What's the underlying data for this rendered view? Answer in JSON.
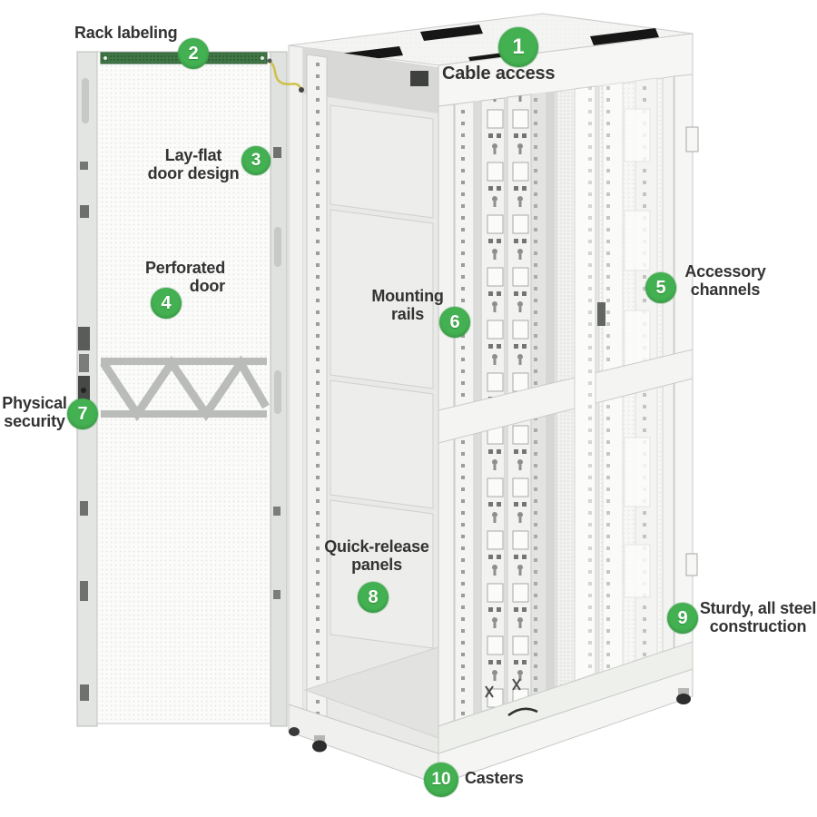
{
  "figure_title": "Server rack feature callout diagram",
  "colors": {
    "accent_green": "#43b051",
    "label_text": "#333333",
    "rack_body": "#f4f4f2",
    "rack_outline": "#c9cbc9",
    "labeling_strip_green": "#417746"
  },
  "callouts": [
    {
      "num": "1",
      "lines": [
        "Cable access"
      ]
    },
    {
      "num": "2",
      "lines": [
        "Rack labeling"
      ]
    },
    {
      "num": "3",
      "lines": [
        "Lay-flat",
        "door design"
      ]
    },
    {
      "num": "4",
      "lines": [
        "Perforated",
        "door"
      ]
    },
    {
      "num": "5",
      "lines": [
        "Accessory",
        "channels"
      ]
    },
    {
      "num": "6",
      "lines": [
        "Mounting",
        "rails"
      ]
    },
    {
      "num": "7",
      "lines": [
        "Physical",
        "security"
      ]
    },
    {
      "num": "8",
      "lines": [
        "Quick-release",
        "panels"
      ]
    },
    {
      "num": "9",
      "lines": [
        "Sturdy, all steel",
        "construction"
      ]
    },
    {
      "num": "10",
      "lines": [
        "Casters"
      ]
    }
  ]
}
